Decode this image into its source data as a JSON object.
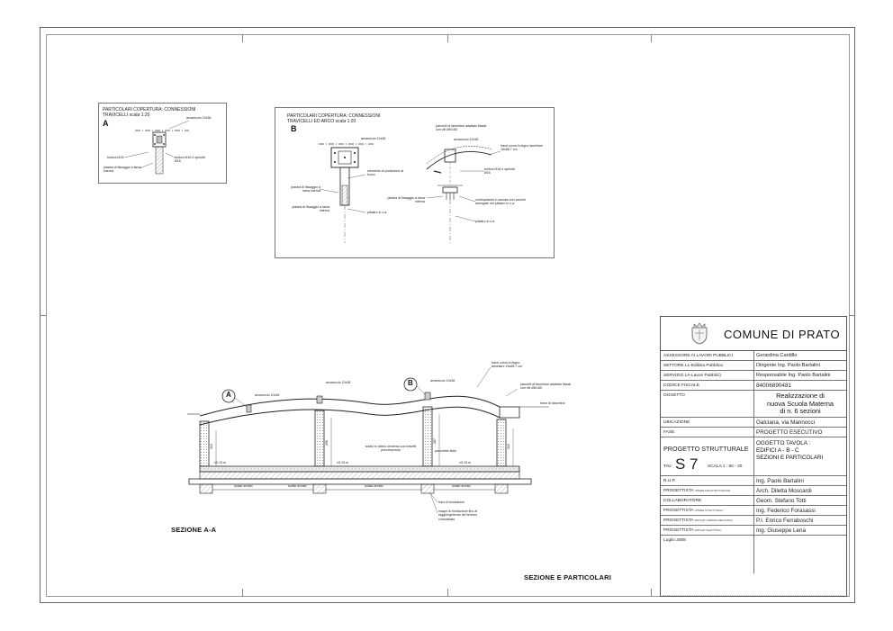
{
  "detail_a": {
    "title_line1": "PARTICOLARI COPERTURA: CONNESSIONI",
    "title_line2": "TRAVICELLI scala 1:20",
    "letter": "A",
    "notes": {
      "arcarecci": "arcareccio 10x36",
      "bulloni": "bulloni M15",
      "bulloni_m16": "bulloni M16 e spinotti Ø16",
      "piastra": "piastra di fissaggio a lama interna"
    }
  },
  "detail_b": {
    "title_line1": "PARTICOLARI COPERTURA: CONNESSIONI",
    "title_line2": "TRAVICELLI ED ARCO scala 1:20",
    "letter": "B",
    "notes": {
      "arcareccio_left": "arcareccio 10x36",
      "elemento": "elemento di protezione al fuoco",
      "piastra_left": "piastra di fissaggio a lama interna",
      "piastra_left2": "piastra di fissaggio a lama interna",
      "pilastro": "pilastro in c.a.",
      "pannelli": "pannelli di tamellare adattato fissati con viti Ø6/160",
      "arcareccio_right": "arcareccio 10x36",
      "trave_curva": "trave curva in legno lamellare 16x68.7 cm",
      "bulloni": "bulloni M16 e spinotti Ø16",
      "piastra_right": "piastra di fissaggio a lama interna",
      "contropiastra": "contropiastra in acciaio con zanche annegate nel pilastro in c.a.",
      "pilastro_right": "pilastro in c.a."
    }
  },
  "section": {
    "title": "SEZIONE A-A",
    "marker_a": "A",
    "marker_b": "B",
    "notes": {
      "arcareccio_1": "arcareccio 10x36",
      "arcareccio_2": "arcareccio 10x36",
      "arcareccio_3": "arcareccio 10x36",
      "trave_curva": "trave curva in legno lamellare 16x68.7 cm",
      "pannelli": "pannelli di tamellare adattato fissati con viti Ø6/160",
      "trave_banchina": "trave di banchina",
      "solaio_laterocemento": "solaio in latero cemento con travetti precompressi",
      "pacchetto": "pacchetto finito",
      "quota_1": "±0.15 m",
      "quota_2": "±0.15 m",
      "quota_3": "±0.15 m",
      "vespaio_1": "solaio areato",
      "vespaio_2": "solaio areato",
      "vespaio_3": "solaio areato",
      "vespaio_4": "solaio areato",
      "travi_fondazione": "travi di fondazione",
      "magro": "magro di fondazione fino al raggiungimento del terreno consolidato",
      "h1": "310",
      "h2": "296",
      "h3": "287",
      "h4": "310"
    }
  },
  "sheet_title": "SEZIONE E PARTICOLARI",
  "title_block": {
    "org": "COMUNE DI PRATO",
    "rows": [
      {
        "label": "ASSESSORE AI LAVORI PUBBLICI",
        "value": "Gerardina Cardillo"
      },
      {
        "label": "SETTORE LL-Edilizia Pubblica",
        "value": "Dirigente    Ing. Paolo Bartalini"
      },
      {
        "label": "SERVIZIO LA-Lavori Pubblici)",
        "value": "Responsabile    Ing. Paolo Bartalini"
      },
      {
        "label": "CODICE FISCALE",
        "value": "84006890481"
      }
    ],
    "oggetto_label": "OGGETTO",
    "oggetto_lines": [
      "Realizzazione di",
      "nuova Scuola Materna",
      "di n. 6 sezioni"
    ],
    "ubicazione_label": "UBICAZIONE",
    "ubicazione": "Galciana, via Mannocci",
    "fase_label": "FASE",
    "fase": "PROGETTO ESECUTIVO",
    "progetto_label": "PROGETTO STRUTTURALE",
    "tav_label": "TAV.",
    "tav": "S 7",
    "scala": "SCALA 1 : 50 - 20",
    "oggetto_tavola_lines": [
      "OGGETTO TAVOLA :",
      "EDIFICI A - B - C",
      "SEZIONI E PARTICOLARI"
    ],
    "staff": [
      {
        "label": "R.U.P.",
        "small": "",
        "value": "Ing. Paolo Bartalini"
      },
      {
        "label": "PROGETTISTA",
        "small": "OPERE ARCHITETTONICHE",
        "value": "Arch.  Diletta Moscardi"
      },
      {
        "label": "COLLABORATORE",
        "small": "",
        "value": "Geom. Stefano Totti"
      },
      {
        "label": "PROGETTISTA",
        "small": "OPERE STRUTTURALI",
        "value": "Ing. Federico Forasassi"
      },
      {
        "label": "PROGETTISTA",
        "small": "IMPIANTI TERMO-MECCANICI",
        "value": "P.I. Enrico Ferraboschi"
      },
      {
        "label": "PROGETTISTA",
        "small": "IMPIANTI ELETTRICI",
        "value": "Ing. Giuseppe Lena"
      }
    ],
    "date": "Luglio 2008"
  },
  "icons": [
    "coat-of-arms-icon"
  ]
}
